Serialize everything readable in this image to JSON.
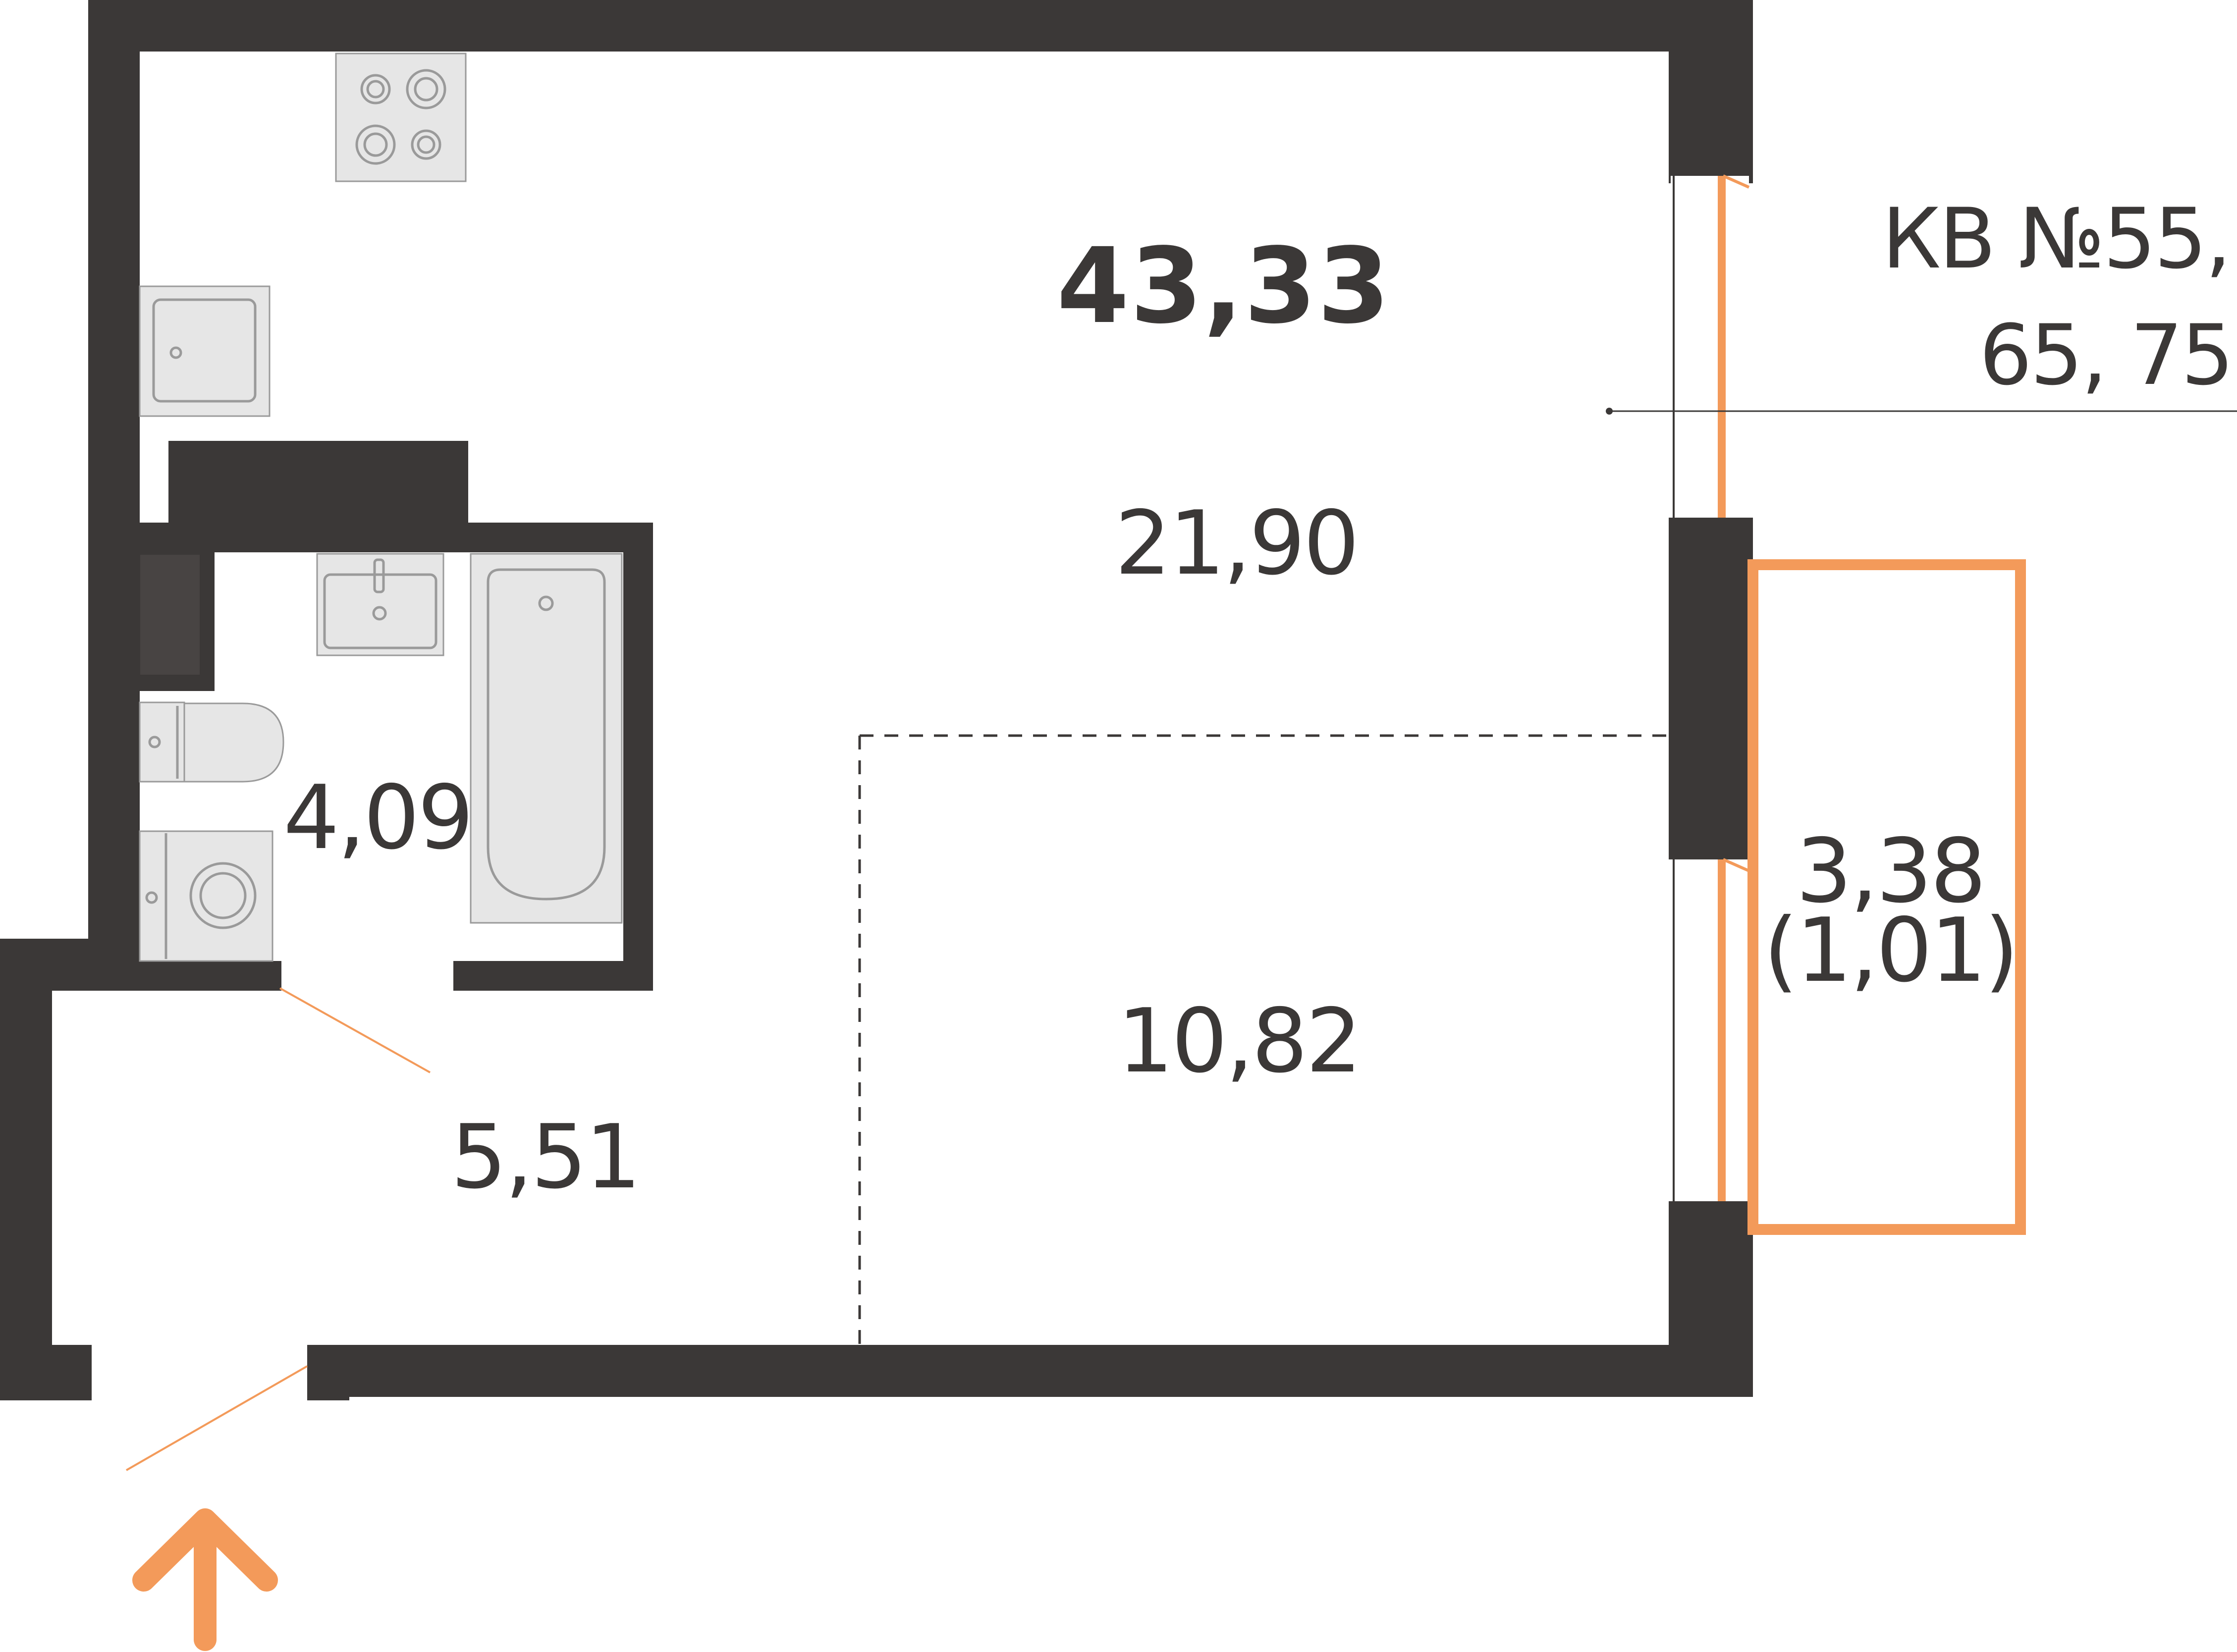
{
  "plan": {
    "total_area": "43,33",
    "apartment_label": {
      "line1": "КВ №55,",
      "line2": "65, 75"
    },
    "rooms": [
      {
        "name": "living-room",
        "area": "21,90"
      },
      {
        "name": "bedroom-zone",
        "area": "10,82"
      },
      {
        "name": "bathroom",
        "area": "4,09"
      },
      {
        "name": "hallway",
        "area": "5,51"
      }
    ],
    "balcony": {
      "area": "3,38",
      "reduced_area": "(1,01)"
    }
  },
  "colors": {
    "wall": "#3b3837",
    "accent": "#f39a5a",
    "fixture_fill": "#e6e6e6",
    "fixture_stroke": "#9a9a9a"
  },
  "icons": {
    "entrance": "entrance-arrow-icon",
    "stove": "stove-icon",
    "sink": "sink-icon",
    "toilet": "toilet-icon",
    "bathtub": "bathtub-icon",
    "washing_machine": "washing-machine-icon"
  }
}
